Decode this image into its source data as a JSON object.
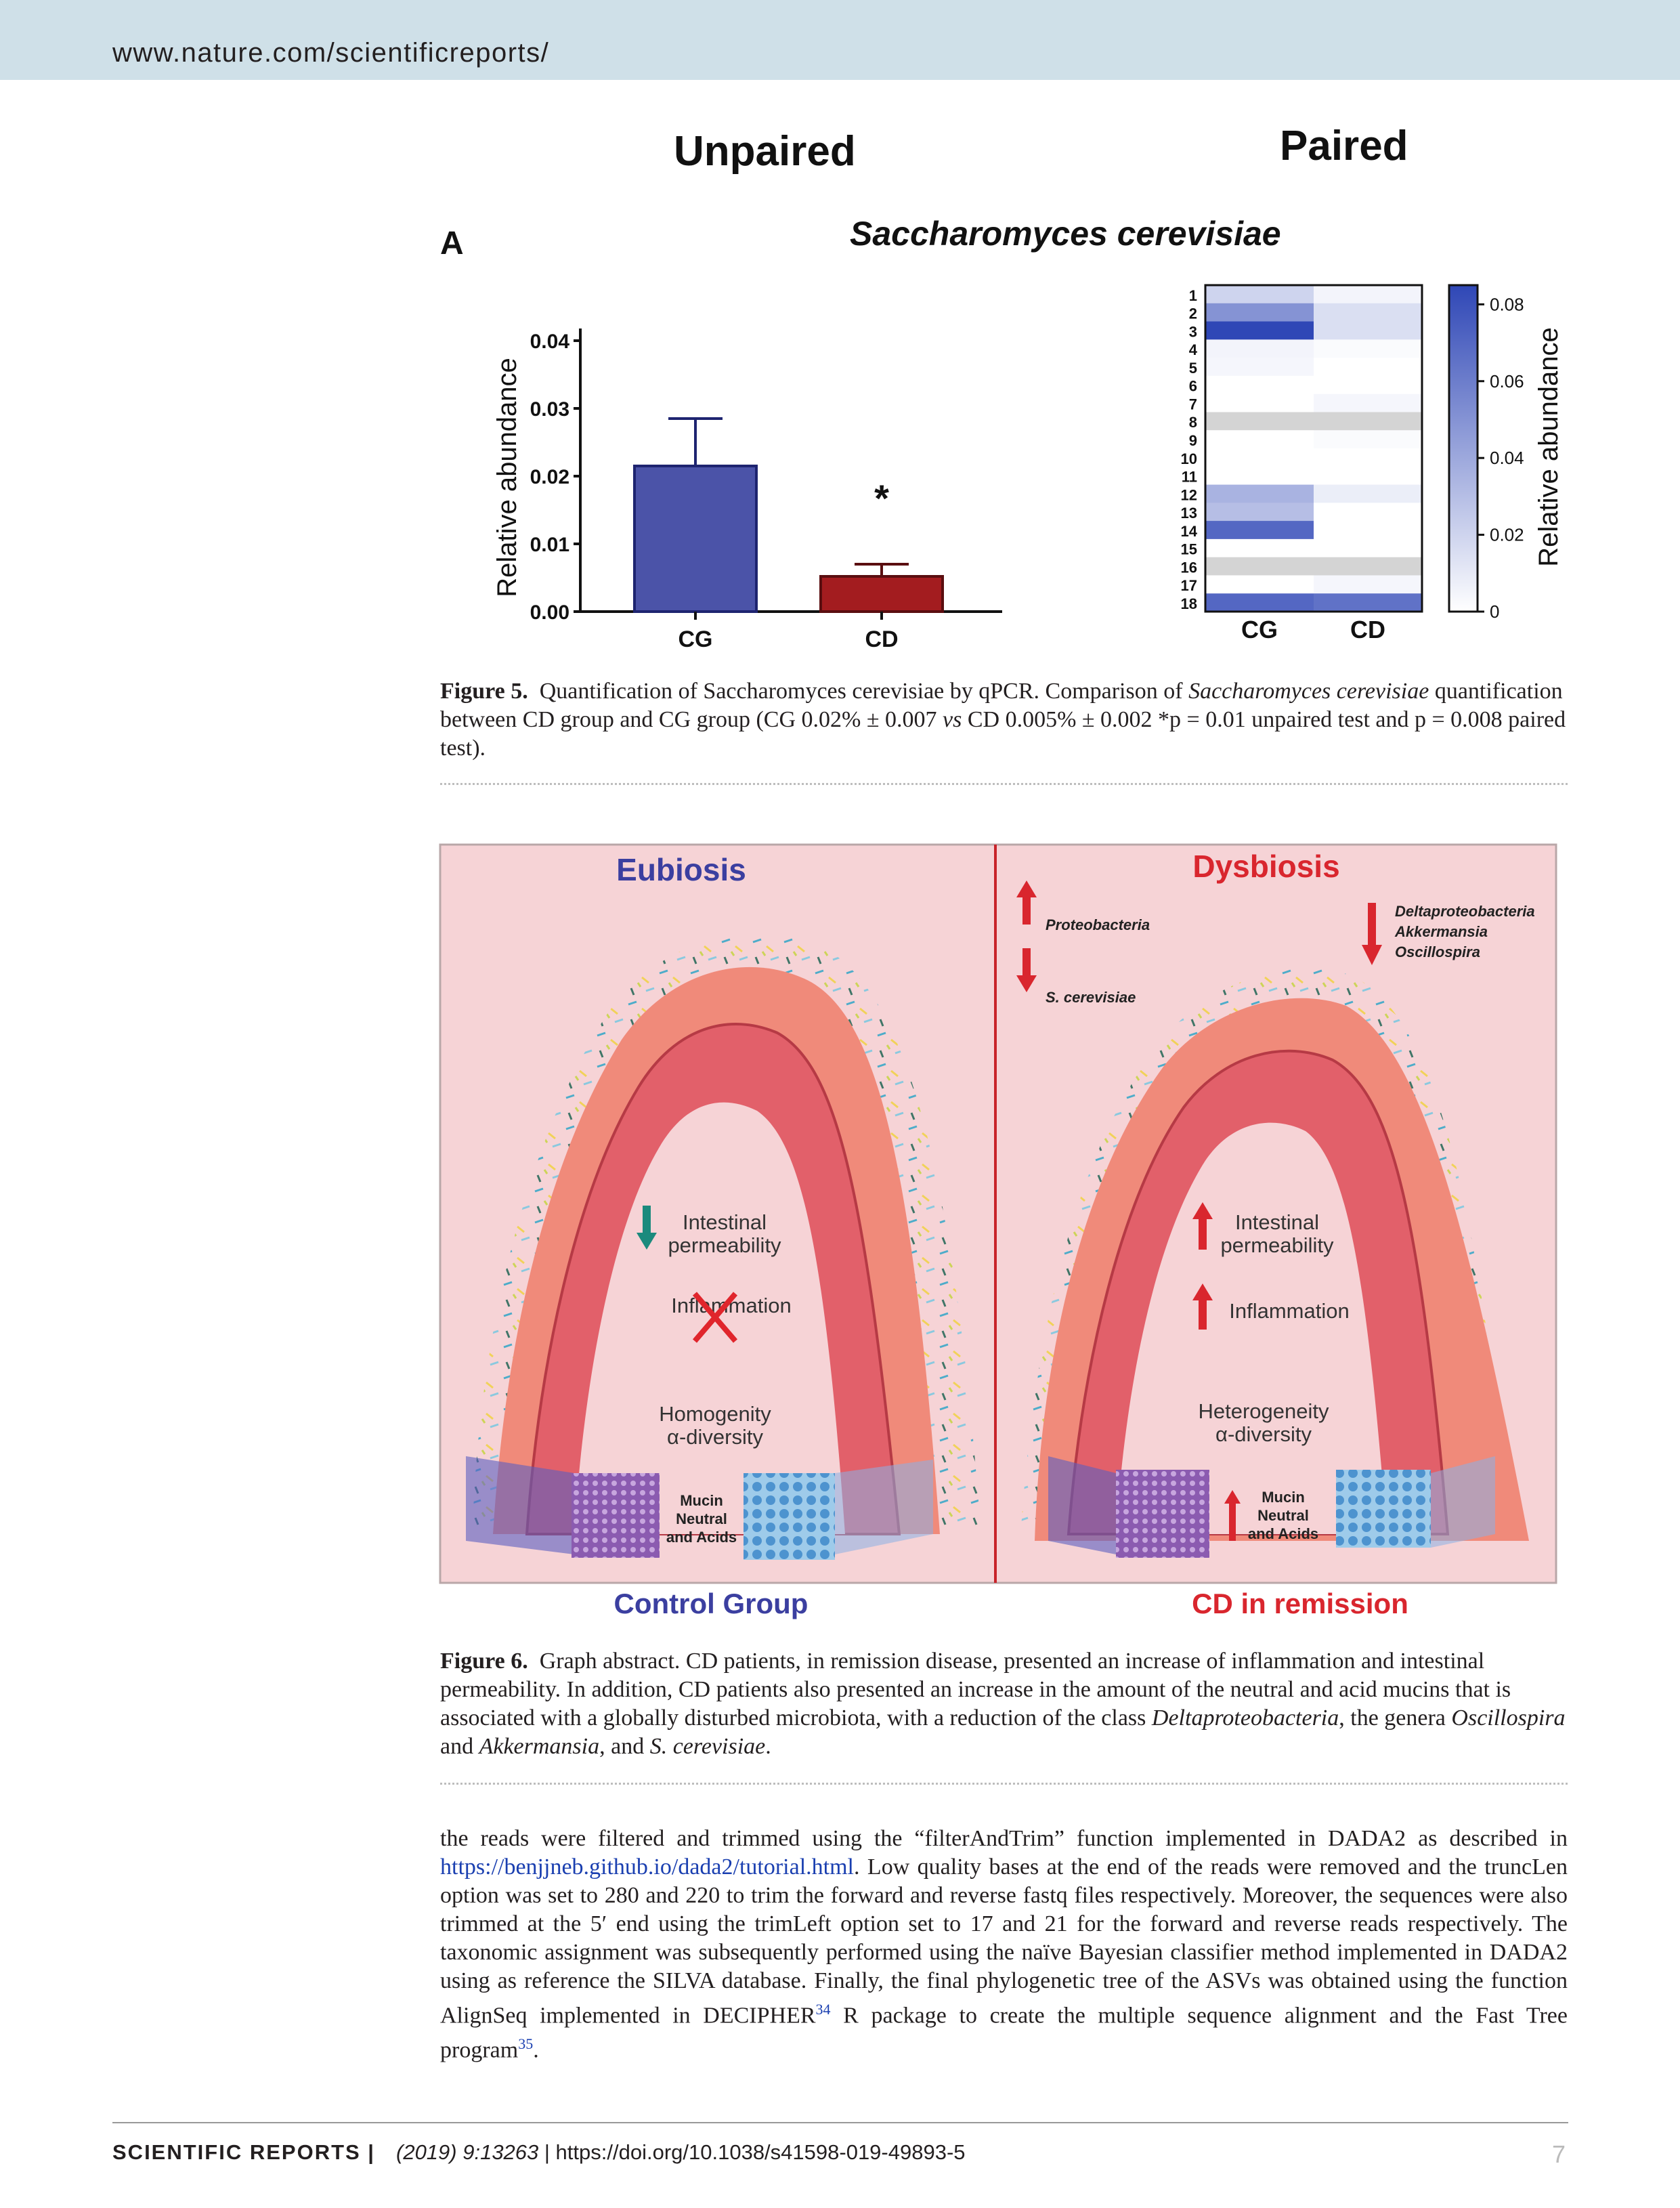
{
  "header": {
    "url": "www.nature.com/scientificreports/"
  },
  "figure5": {
    "label_unpaired": "Unpaired",
    "label_paired": "Paired",
    "panel_letter": "A",
    "title": "Saccharomyces cerevisiae",
    "caption_label": "Figure 5.",
    "caption_text_1": "Quantification of Saccharomyces cerevisiae by qPCR. Comparison of ",
    "caption_italic_1": "Saccharomyces cerevisiae",
    "caption_text_2": " quantification between CD group and CG group (CG 0.02% ± 0.007 ",
    "caption_italic_2": "vs",
    "caption_text_3": " CD 0.005% ± 0.002 *p = 0.01 unpaired test and p = 0.008 paired test).",
    "asterisk": "*",
    "heatmap_row_labels": [
      "1",
      "2",
      "3",
      "4",
      "5",
      "6",
      "7",
      "8",
      "9",
      "10",
      "11",
      "12",
      "13",
      "14",
      "15",
      "16",
      "17",
      "18"
    ],
    "heatmap_x_labels": [
      "CG",
      "CD"
    ],
    "colorbar_label": "Relative abundance",
    "colorbar_ticks": [
      "0.08",
      "0.06",
      "0.04",
      "0.02",
      "0"
    ]
  },
  "chart_data": [
    {
      "type": "bar",
      "categories": [
        "CG",
        "CD"
      ],
      "values": [
        0.0215,
        0.0052
      ],
      "errors": [
        0.007,
        0.0018
      ],
      "colors": [
        "#4b53a8",
        "#a31c1f"
      ],
      "ylabel": "Relative abundance",
      "yticks": [
        "0.00",
        "0.01",
        "0.02",
        "0.03",
        "0.04"
      ],
      "ylim": [
        0,
        0.04
      ],
      "annotation": "*"
    },
    {
      "type": "heatmap",
      "rows": [
        "1",
        "2",
        "3",
        "4",
        "5",
        "6",
        "7",
        "8",
        "9",
        "10",
        "11",
        "12",
        "13",
        "14",
        "15",
        "16",
        "17",
        "18"
      ],
      "columns": [
        "CG",
        "CD"
      ],
      "values": [
        [
          0.02,
          0.005
        ],
        [
          0.05,
          0.015
        ],
        [
          0.085,
          0.015
        ],
        [
          0.005,
          0.002
        ],
        [
          0.004,
          0.0
        ],
        [
          0.0,
          0.0
        ],
        [
          0.0,
          0.004
        ],
        [
          null,
          null
        ],
        [
          0.0,
          0.002
        ],
        [
          0.0,
          0.0
        ],
        [
          0.0,
          0.0
        ],
        [
          0.035,
          0.008
        ],
        [
          0.03,
          0.0
        ],
        [
          0.07,
          0.0
        ],
        [
          0.0,
          0.0
        ],
        [
          null,
          null
        ],
        [
          0.0,
          0.004
        ],
        [
          0.07,
          0.065
        ]
      ],
      "scale": [
        0,
        0.085
      ],
      "colorbar_label": "Relative abundance"
    }
  ],
  "figure6": {
    "eubiosis": "Eubiosis",
    "dysbiosis": "Dysbiosis",
    "up_proteobacteria": "Proteobacteria",
    "down_scerevisiae": "S. cerevisiae",
    "down_list": [
      "Deltaproteobacteria",
      "Akkermansia",
      "Oscillospira"
    ],
    "left_permeability_1": "Intestinal",
    "left_permeability_2": "permeability",
    "left_inflammation": "Inflammation",
    "left_diversity_1": "Homogenity",
    "left_diversity_2": "α-diversity",
    "left_mucin": [
      "Mucin",
      "Neutral",
      "and Acids"
    ],
    "right_permeability_1": "Intestinal",
    "right_permeability_2": "permeability",
    "right_inflammation": "Inflammation",
    "right_diversity_1": "Heterogeneity",
    "right_diversity_2": "α-diversity",
    "right_mucin": [
      "Mucin",
      "Neutral",
      "and Acids"
    ],
    "control_group": "Control Group",
    "cd_remission": "CD in remission",
    "caption_label": "Figure 6.",
    "caption_text_1": "Graph abstract. CD patients, in remission disease, presented an increase of inflammation and intestinal permeability. In addition, CD patients also presented an increase in the amount of the neutral and acid mucins that is associated with a globally disturbed microbiota, with a reduction of the class ",
    "caption_italic_1": "Deltaproteobacteria",
    "caption_text_2": ", the genera ",
    "caption_italic_2": "Oscillospira",
    "caption_text_3": " and ",
    "caption_italic_3": "Akkermansia",
    "caption_text_4": ", and ",
    "caption_italic_4": "S. cerevisiae",
    "caption_text_5": "."
  },
  "body": {
    "text_1": "the reads were filtered and trimmed using the “filterAndTrim” function implemented in DADA2 as described in ",
    "link": "https://benjjneb.github.io/dada2/tutorial.html",
    "text_2": ". Low quality bases at the end of the reads were removed and the truncLen option was set to 280 and 220 to trim the forward and reverse fastq files respectively. Moreover, the sequences were also trimmed at the 5′ end using the trimLeft option set to 17 and 21 for the forward and reverse reads respectively. The taxonomic assignment was subsequently performed using the naïve Bayesian classifier method implemented in DADA2 using as reference the SILVA database. Finally, the final phylogenetic tree of the ASVs was obtained using the function AlignSeq implemented in DECIPHER",
    "ref_34": "34",
    "text_3": " R package to create the multiple sequence alignment and the Fast Tree program",
    "ref_35": "35",
    "text_4": "."
  },
  "footer": {
    "journal": "SCIENTIFIC REPORTS |",
    "cite_italic": "(2019) 9:13263",
    "cite_rest": " | https://doi.org/10.1038/s41598-019-49893-5",
    "page": "7"
  },
  "colors": {
    "header_bar": "#cfe0e8",
    "cg_bar": "#4b53a8",
    "cd_bar": "#a31c1f",
    "heatmap_max": "#2f47b6",
    "eubiosis_blue": "#3b3fa0",
    "dysbiosis_red": "#d9262e",
    "abstract_bg": "#f6d3d6"
  }
}
